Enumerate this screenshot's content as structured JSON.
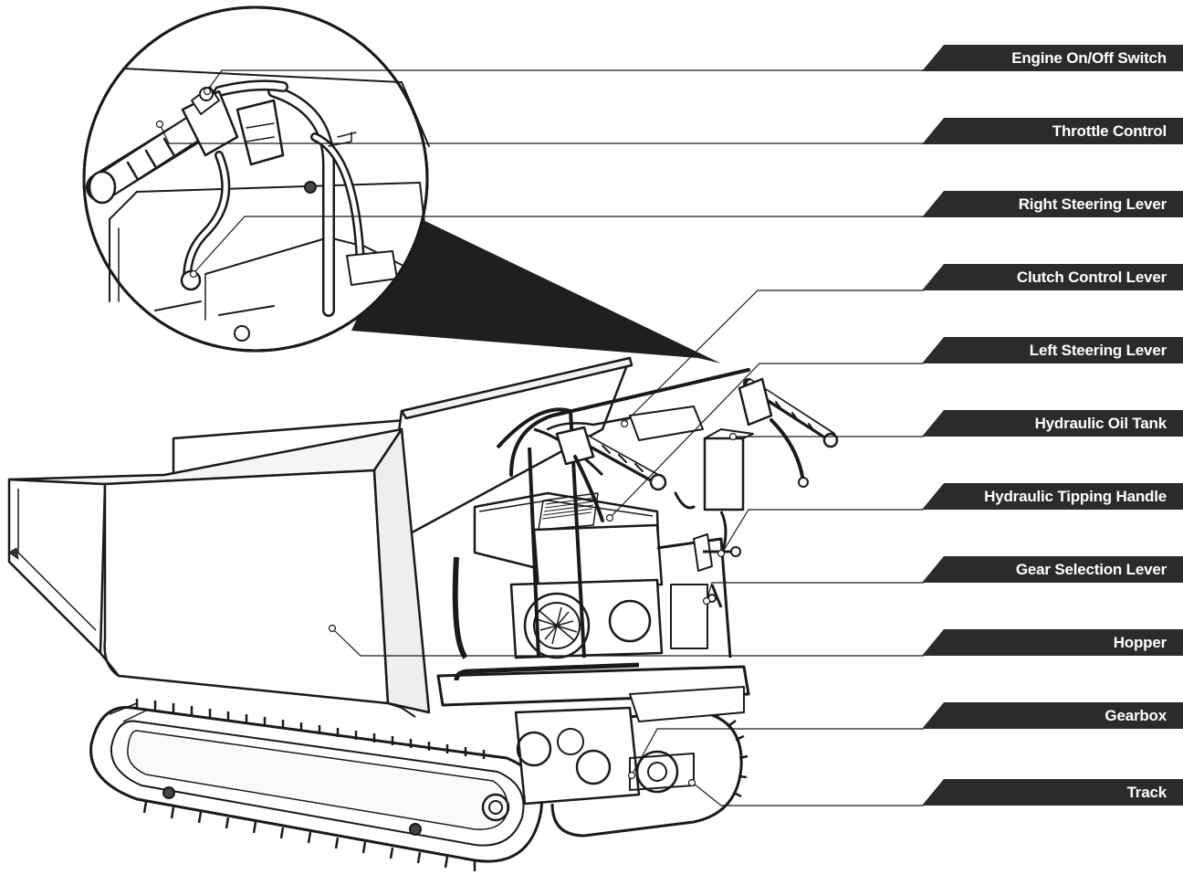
{
  "colors": {
    "label_bg": "#2b2b2b",
    "label_text": "#ffffff",
    "line": "#1a1a1a",
    "background": "#ffffff"
  },
  "labels": [
    {
      "id": "engine-on-off-switch",
      "text": "Engine On/Off Switch"
    },
    {
      "id": "throttle-control",
      "text": "Throttle Control"
    },
    {
      "id": "right-steering-lever",
      "text": "Right Steering Lever"
    },
    {
      "id": "clutch-control-lever",
      "text": "Clutch Control Lever"
    },
    {
      "id": "left-steering-lever",
      "text": "Left Steering Lever"
    },
    {
      "id": "hydraulic-oil-tank",
      "text": "Hydraulic Oil Tank"
    },
    {
      "id": "hydraulic-tipping-handle",
      "text": "Hydraulic Tipping Handle"
    },
    {
      "id": "gear-selection-lever",
      "text": "Gear Selection Lever"
    },
    {
      "id": "hopper",
      "text": "Hopper"
    },
    {
      "id": "gearbox",
      "text": "Gearbox"
    },
    {
      "id": "track",
      "text": "Track"
    }
  ]
}
